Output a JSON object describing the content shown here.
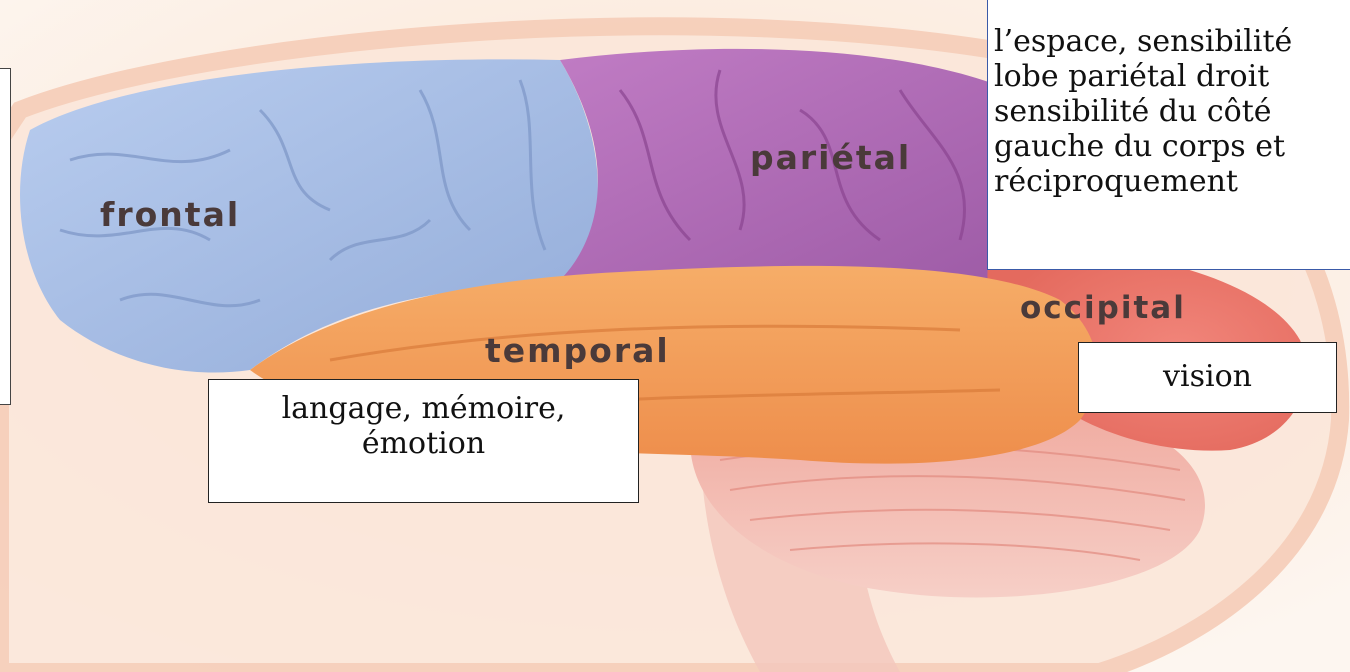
{
  "lobes": {
    "frontal": "frontal",
    "parietal": "pariétal",
    "temporal": "temporal",
    "occipital": "occipital"
  },
  "notes": {
    "temporal": [
      "langage, mémoire,",
      "émotion"
    ],
    "occipital": "vision",
    "parietal": [
      "l’espace, sensibilité",
      "lobe pariétal droit",
      "sensibilité du côté",
      "gauche du corps et",
      "réciproquement"
    ]
  },
  "colors": {
    "frontal": "#a9c0e6",
    "parietal": "#b06bb6",
    "temporal": "#f3a25e",
    "occipital": "#ef7060",
    "cerebellum": "#f2b8ad",
    "background": "#fdf3ea"
  }
}
